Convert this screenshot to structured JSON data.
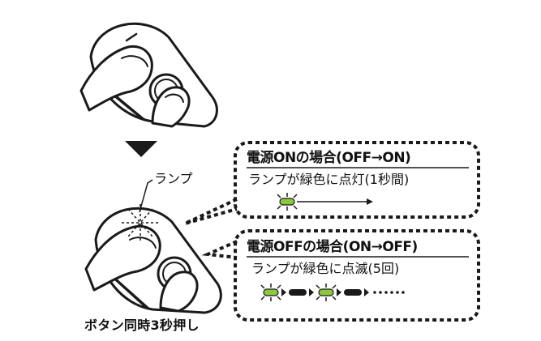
{
  "step_label": "ボタン同時3秒押し",
  "lamp_label": "ランプ",
  "power_on": {
    "title": "電源ONの場合(OFF→ON)",
    "description": "ランプが緑色に点灯(1秒間)"
  },
  "power_off": {
    "title": "電源OFFの場合(ON→OFF)",
    "description": "ランプが緑色に点滅(5回)"
  },
  "colors": {
    "lamp_green": "#8dc63f",
    "line": "#1a1a1a",
    "background": "#ffffff"
  }
}
